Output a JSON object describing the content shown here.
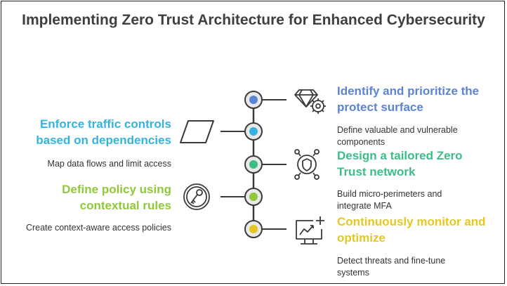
{
  "title": "Implementing Zero Trust Architecture for Enhanced Cybersecurity",
  "steps": [
    {
      "title": "Identify and prioritize the protect surface",
      "description": "Define valuable and vulnerable components",
      "color": "#5b84d6",
      "icon": "diamond-gear-icon",
      "side": "right"
    },
    {
      "title": "Enforce traffic controls based on dependencies",
      "description": "Map data flows and limit access",
      "color": "#35b3df",
      "icon": "parallelogram-icon",
      "side": "left"
    },
    {
      "title": "Design a tailored Zero Trust network",
      "description": "Build micro-perimeters and integrate MFA",
      "color": "#3dbd86",
      "icon": "shield-network-icon",
      "side": "right"
    },
    {
      "title": "Define policy using contextual rules",
      "description": "Create context-aware access policies",
      "color": "#8fc93a",
      "icon": "key-icon",
      "side": "left"
    },
    {
      "title": "Continuously monitor and optimize",
      "description": "Detect threats and fine-tune systems",
      "color": "#e5c724",
      "icon": "monitor-chart-icon",
      "side": "right"
    }
  ]
}
